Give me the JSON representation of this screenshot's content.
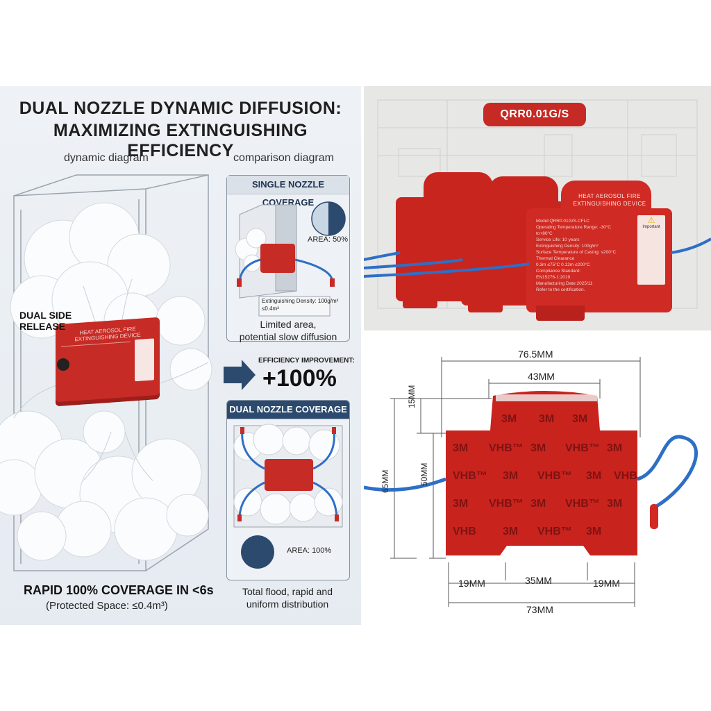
{
  "left_panel": {
    "title_line1": "DUAL NOZZLE DYNAMIC DIFFUSION:",
    "title_line2": "MAXIMIZING EXTINGUISHING EFFICIENCY",
    "dynamic_label": "dynamic diagram",
    "comparison_label": "comparison diagram",
    "dual_side_release": "DUAL SIDE RELEASE",
    "device_title_line1": "HEAT AEROSOL FIRE",
    "device_title_line2": "EXTINGUISHING DEVICE",
    "single": {
      "header": "SINGLE NOZZLE COVERAGE",
      "area": "AREA: 50%",
      "density_line1": "Extinguishing Density: 100g/m³",
      "density_line2": "≤0.4m³",
      "caption_line1": "Limited area,",
      "caption_line2": "potential slow diffusion",
      "coverage_fraction": 0.5
    },
    "efficiency_label": "EFFICIENCY IMPROVEMENT:",
    "efficiency_value": "+100%",
    "dual": {
      "header": "DUAL NOZZLE COVERAGE",
      "area": "AREA: 100%",
      "caption_line1": "Total flood, rapid and",
      "caption_line2": "uniform distribution",
      "coverage_fraction": 1.0
    },
    "rapid_coverage": "RAPID 100% COVERAGE IN <6s",
    "protected_space": "(Protected Space: ≤0.4m³)"
  },
  "photo_panel": {
    "model_badge": "QRR0.01G/S",
    "device_title_line1": "HEAT AEROSOL FIRE",
    "device_title_line2": "EXTINGUISHING DEVICE",
    "spec_lines": [
      "Model:QRR0.01G/S-CFLC",
      "Operating Temperature Range: -30°C to+80°C",
      "Service Life: 10 years",
      "Extinguishing Density: 100g/m³",
      "Surface Temperature of Casing: ≤200°C",
      "Thermal Clearance",
      "0.3m ≤75°C 0.12m ≤200°C",
      "Compliance Standard:",
      "EN15276-1:2019",
      "Manufacturing Date:2025/11",
      "Refer to the certification."
    ],
    "important_label": "Important"
  },
  "dimensions_panel": {
    "overall_width": "76.5MM",
    "top_width": "43MM",
    "step_height": "15MM",
    "body_height": "50MM",
    "total_height": "65MM",
    "left_foot": "19MM",
    "center_gap": "35MM",
    "right_foot": "19MM",
    "base_width": "73MM",
    "tape_brand": "3M",
    "tape_product": "VHB™"
  },
  "colors": {
    "device_red": "#c62b26",
    "accent_navy": "#2c4a6e",
    "wire_blue": "#2e6fc6",
    "panel_bg": "#eef2f6"
  }
}
